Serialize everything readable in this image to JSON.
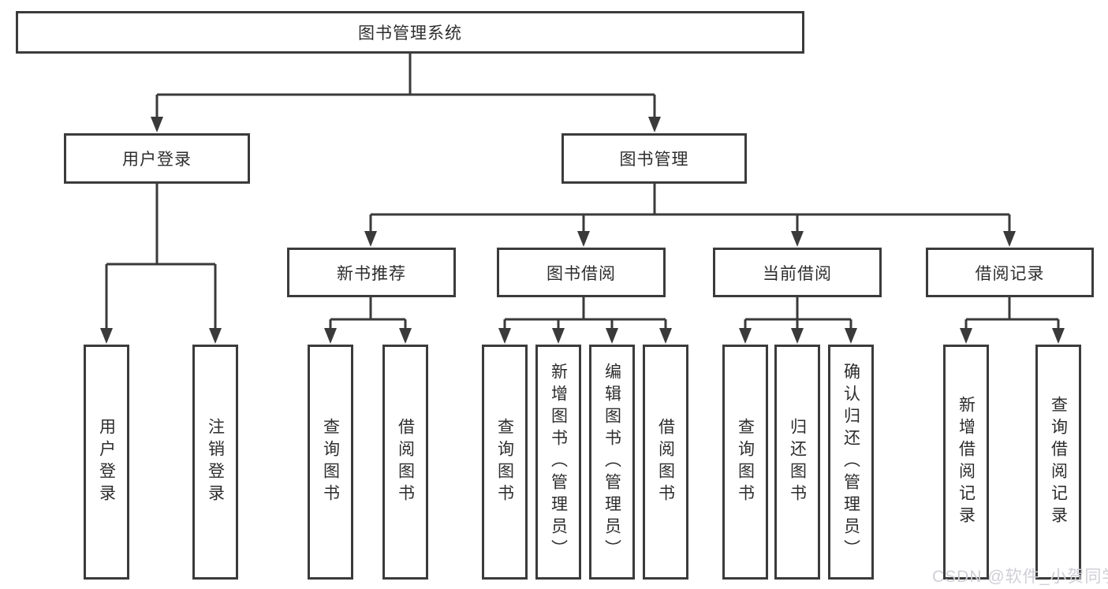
{
  "diagram": {
    "root": {
      "label": "图书管理系统"
    },
    "user": {
      "label": "用户登录",
      "children": [
        {
          "label": "用户登录"
        },
        {
          "label": "注销登录"
        }
      ]
    },
    "management": {
      "label": "图书管理",
      "sections": [
        {
          "label": "新书推荐",
          "children": [
            {
              "label": "查询图书"
            },
            {
              "label": "借阅图书"
            }
          ]
        },
        {
          "label": "图书借阅",
          "children": [
            {
              "label": "查询图书"
            },
            {
              "label": "新增图书（管理员）"
            },
            {
              "label": "编辑图书（管理员）"
            },
            {
              "label": "借阅图书"
            }
          ]
        },
        {
          "label": "当前借阅",
          "children": [
            {
              "label": "查询图书"
            },
            {
              "label": "归还图书"
            },
            {
              "label": "确认归还（管理员）"
            }
          ]
        },
        {
          "label": "借阅记录",
          "children": [
            {
              "label": "新增借阅记录"
            },
            {
              "label": "查询借阅记录"
            }
          ]
        }
      ]
    }
  },
  "watermark": {
    "text": "CSDN @软件_小贺同学"
  },
  "colors": {
    "line": "#3a3a3a",
    "border": "#3b3b3b",
    "text": "#2d2d2d",
    "watermark": "#cfcfd6"
  }
}
